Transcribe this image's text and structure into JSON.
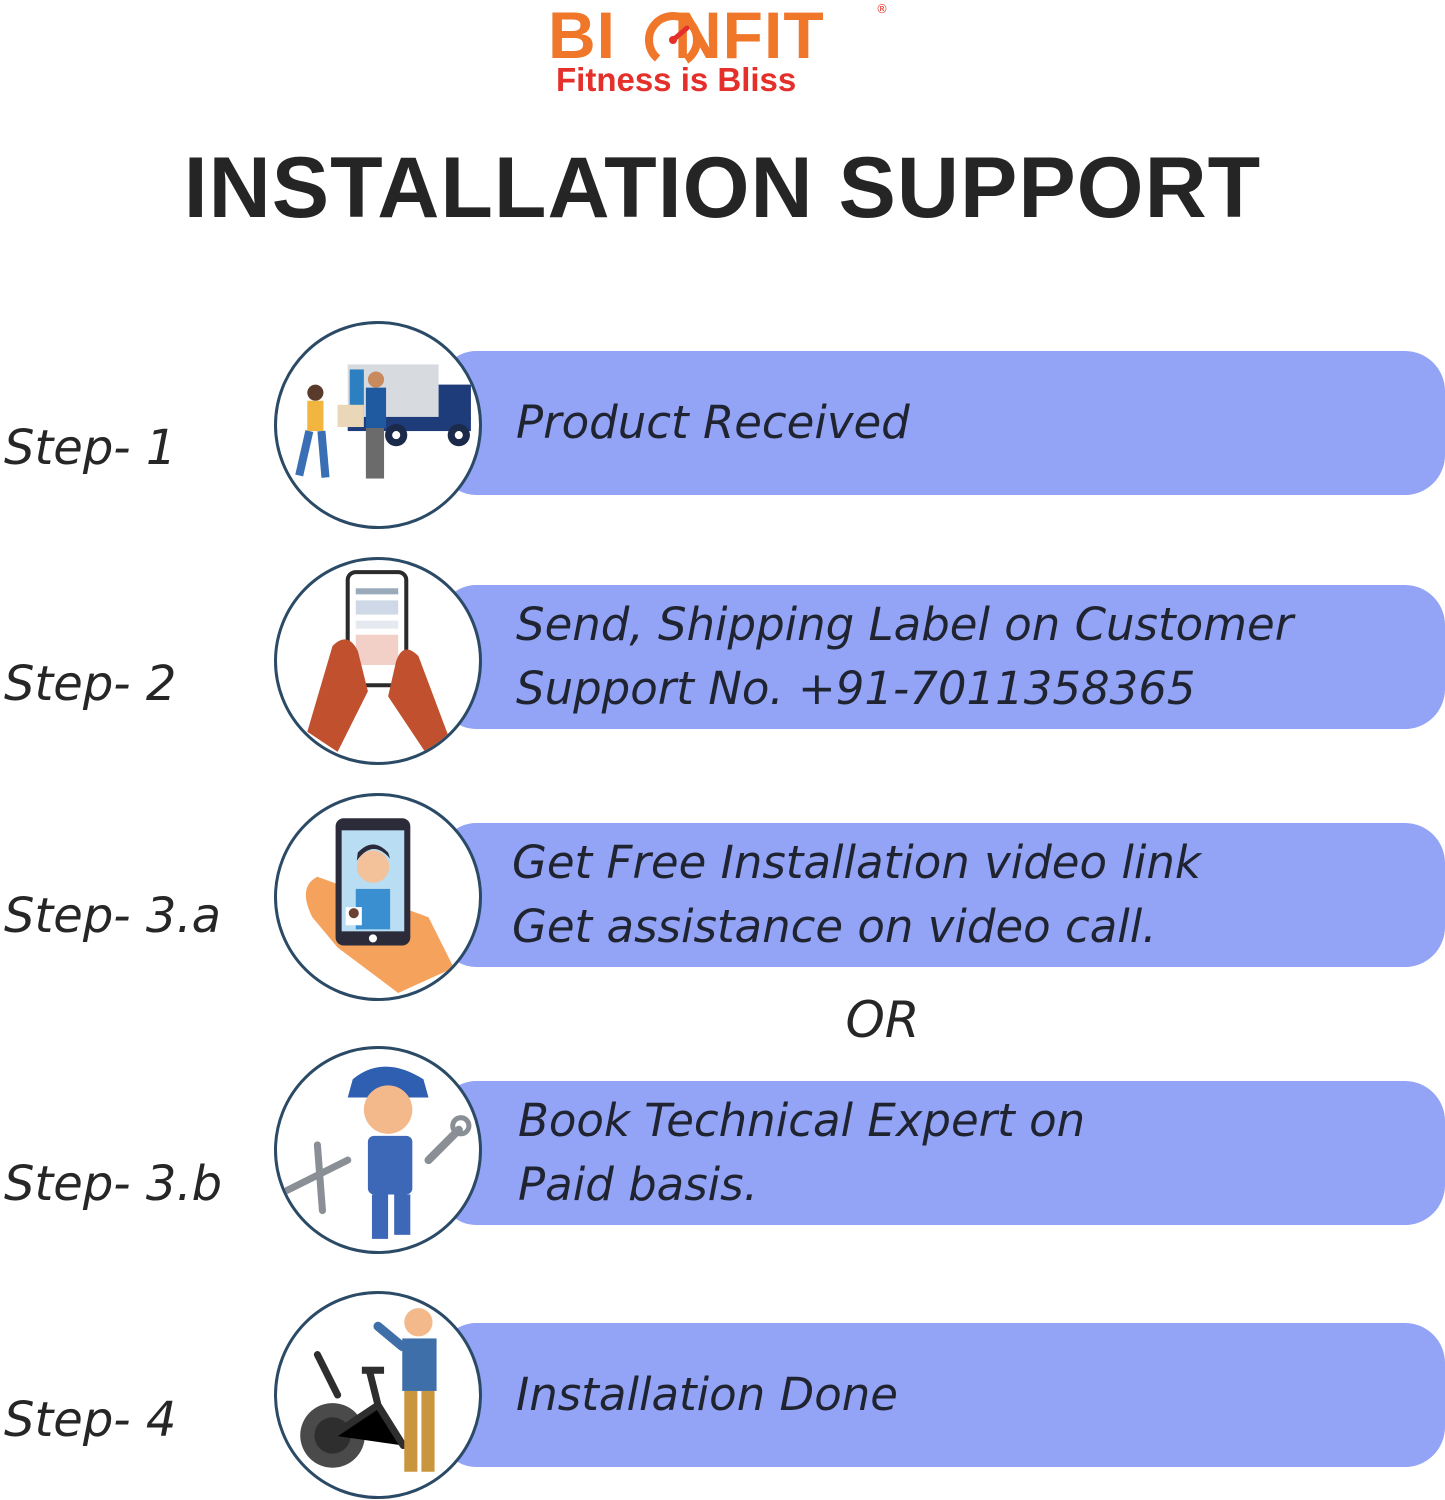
{
  "brand": {
    "name": "BIONFIT",
    "name_prefix": "BI",
    "name_suffix": "NFIT",
    "registered_mark": "®",
    "tagline": "Fitness is Bliss",
    "colors": {
      "orange": "#f0762a",
      "red": "#e42f2a"
    }
  },
  "title": "INSTALLATION SUPPORT",
  "steps": [
    {
      "label": "Step- 1",
      "lines": [
        "Product Received"
      ],
      "icon": "delivery-truck-icon"
    },
    {
      "label": "Step- 2",
      "lines": [
        "Send, Shipping Label on Customer",
        "Support No. +91-7011358365"
      ],
      "icon": "smartphone-icon"
    },
    {
      "label": "Step- 3.a",
      "lines": [
        "Get Free Installation video link",
        "Get assistance on video call."
      ],
      "icon": "video-call-icon"
    },
    {
      "label": "Step- 3.b",
      "lines": [
        "Book Technical Expert on",
        "Paid basis."
      ],
      "icon": "technician-icon"
    },
    {
      "label": "Step- 4",
      "lines": [
        "Installation Done"
      ],
      "icon": "exercise-bike-icon"
    }
  ],
  "separator": "OR",
  "colors": {
    "pill": "#93a3f6",
    "circle_border": "#2b4a66",
    "text": "#262626"
  }
}
